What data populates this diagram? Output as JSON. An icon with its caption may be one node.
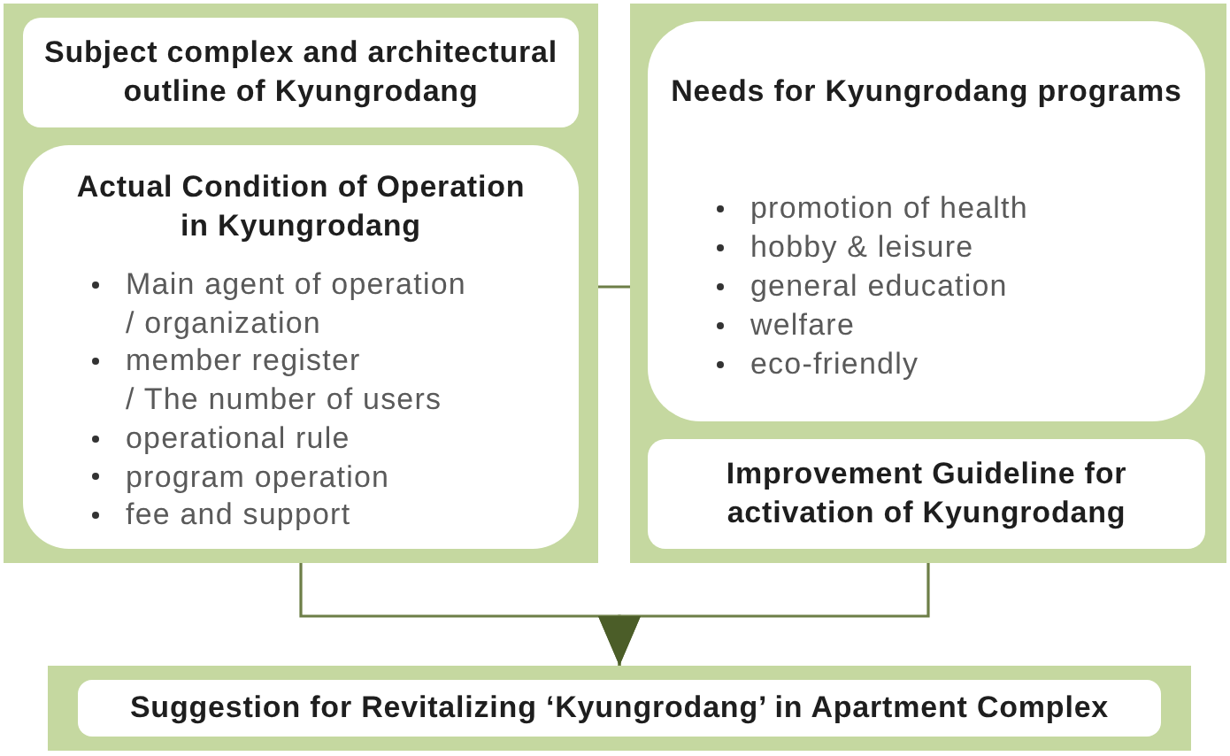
{
  "diagram": {
    "nodes": [
      {
        "text": [],
        "shape": "box"
      },
      {
        "text": [
          "Subject complex and architectural outline of Kyungrodang"
        ],
        "in": 0
      },
      {
        "text": [
          "Actual Condition of Operation in Kyungrodang",
          "Main agent of operation / organization",
          "member register / The number of users",
          "operational rule",
          "program operation",
          "fee and support"
        ],
        "in": 0
      },
      {
        "text": [],
        "shape": "box"
      },
      {
        "text": [
          "Needs for Kyungrodang programs",
          "promotion of health",
          "hobby & leisure",
          "general education",
          "welfare",
          "eco-friendly"
        ],
        "in": 3
      },
      {
        "text": [
          "Improvement Guideline for activation of Kyungrodang"
        ],
        "in": 3
      },
      {
        "text": [],
        "shape": "box"
      },
      {
        "text": [
          "Suggestion for Revitalizing ‘Kyungrodang’ in Apartment Complex"
        ],
        "in": 6
      }
    ],
    "edges": [
      {
        "from": 0,
        "to": 3,
        "arrow": "none"
      },
      {
        "from": 0,
        "to": 6,
        "arrow": "to"
      },
      {
        "from": 3,
        "to": 6,
        "arrow": "to"
      }
    ]
  }
}
